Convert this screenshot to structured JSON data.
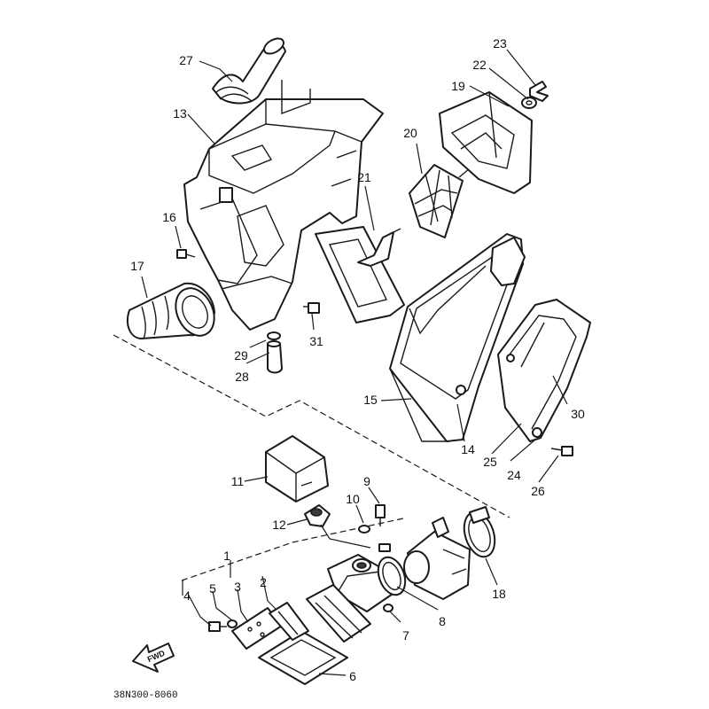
{
  "callouts": [
    {
      "n": "1"
    },
    {
      "n": "2"
    },
    {
      "n": "3"
    },
    {
      "n": "4"
    },
    {
      "n": "5"
    },
    {
      "n": "6"
    },
    {
      "n": "7"
    },
    {
      "n": "8"
    },
    {
      "n": "9"
    },
    {
      "n": "10"
    },
    {
      "n": "11"
    },
    {
      "n": "12"
    },
    {
      "n": "13"
    },
    {
      "n": "14"
    },
    {
      "n": "15"
    },
    {
      "n": "16"
    },
    {
      "n": "17"
    },
    {
      "n": "18"
    },
    {
      "n": "19"
    },
    {
      "n": "20"
    },
    {
      "n": "21"
    },
    {
      "n": "22"
    },
    {
      "n": "23"
    },
    {
      "n": "24"
    },
    {
      "n": "25"
    },
    {
      "n": "26"
    },
    {
      "n": "27"
    },
    {
      "n": "28"
    },
    {
      "n": "29"
    },
    {
      "n": "30"
    },
    {
      "n": "31"
    }
  ],
  "fwd_label": "FWD",
  "diagram_code": "38N300-8060",
  "line_color": "#1a1a1a"
}
